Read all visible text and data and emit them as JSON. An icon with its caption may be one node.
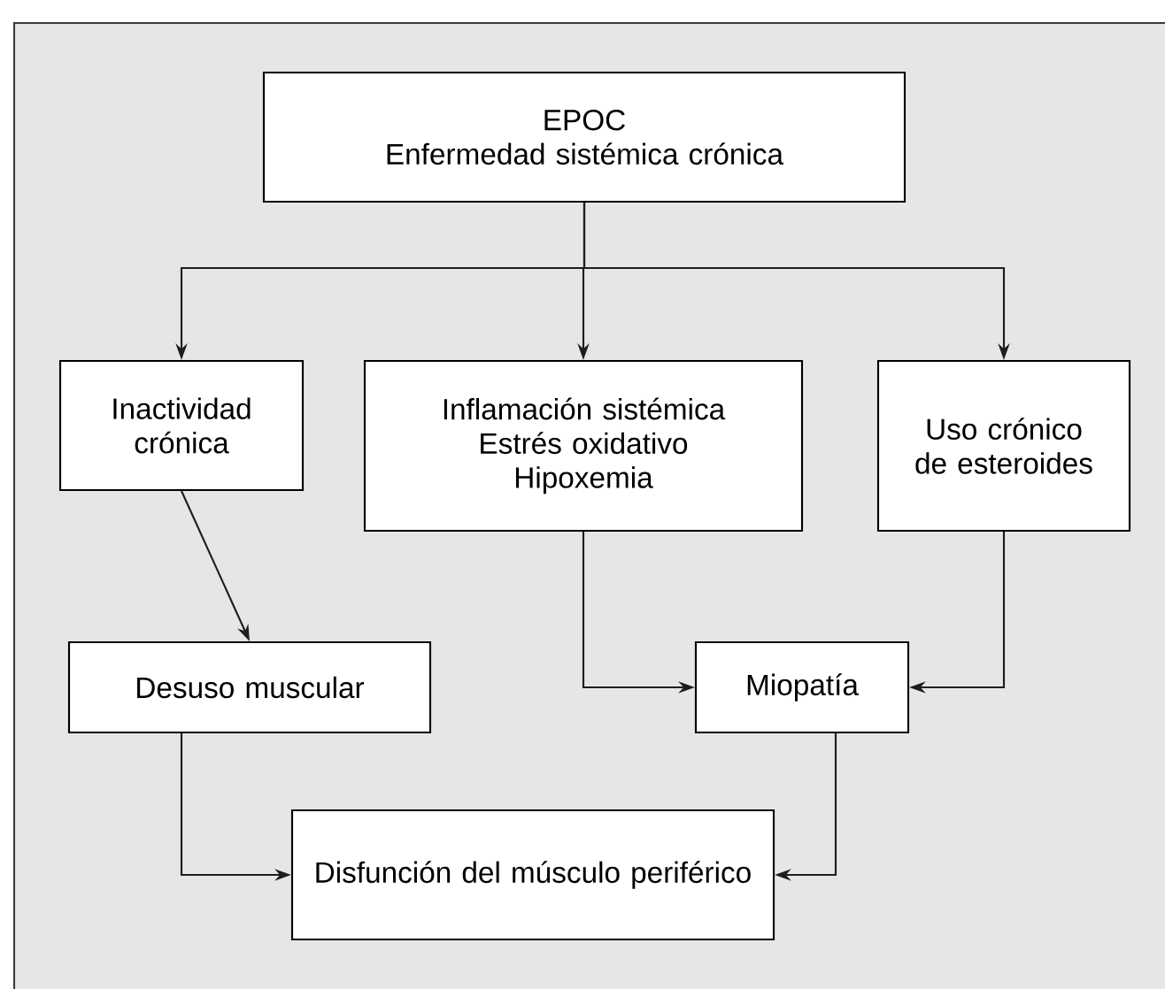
{
  "diagram": {
    "nodes": [
      {
        "text": [
          "EPOC",
          "Enfermedad sistémica crónica"
        ]
      },
      {
        "text": [
          "Inactividad crónica"
        ]
      },
      {
        "text": [
          "Inflamación sistémica",
          "Estrés oxidativo",
          "Hipoxemia"
        ]
      },
      {
        "text": [
          "Uso crónico de esteroides"
        ]
      },
      {
        "text": [
          "Desuso muscular"
        ]
      },
      {
        "text": [
          "Miopatía"
        ]
      },
      {
        "text": [
          "Disfunción del músculo periférico"
        ]
      }
    ],
    "edges": [
      {
        "from": 0,
        "to": 1,
        "arrow": "to"
      },
      {
        "from": 0,
        "to": 2,
        "arrow": "to"
      },
      {
        "from": 0,
        "to": 3,
        "arrow": "to"
      },
      {
        "from": 1,
        "to": 4,
        "arrow": "to"
      },
      {
        "from": 2,
        "to": 5,
        "arrow": "to"
      },
      {
        "from": 3,
        "to": 5,
        "arrow": "to"
      },
      {
        "from": 4,
        "to": 6,
        "arrow": "to"
      },
      {
        "from": 5,
        "to": 6,
        "arrow": "to"
      }
    ]
  }
}
